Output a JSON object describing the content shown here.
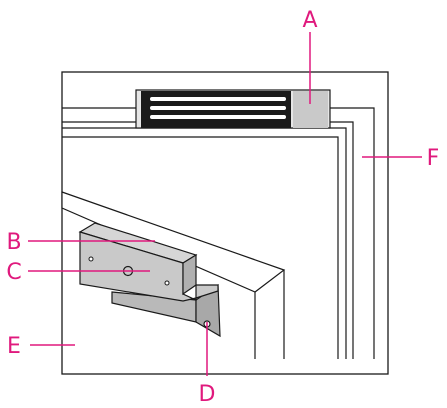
{
  "colors": {
    "callout": "#e0197d",
    "outline": "#1a1a1a",
    "plate": "#c9c9c9",
    "plate_dark": "#a8a8a8",
    "magnet_body": "#1a1a1a",
    "magnet_stripe": "#ffffff"
  },
  "labels": {
    "A": "A",
    "B": "B",
    "C": "C",
    "D": "D",
    "E": "E",
    "F": "F"
  }
}
